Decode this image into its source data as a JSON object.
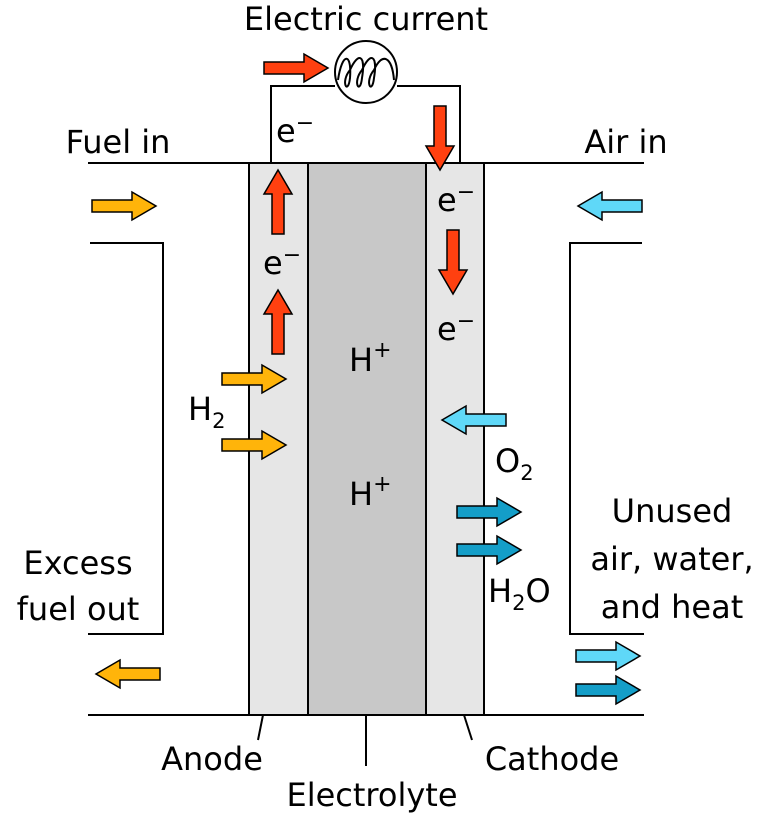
{
  "labels": {
    "electric_current": "Electric current",
    "fuel_in": "Fuel in",
    "air_in": "Air in",
    "excess_fuel_line1": "Excess",
    "excess_fuel_line2": "fuel out",
    "unused_line1": "Unused",
    "unused_line2": "air, water,",
    "unused_line3": "and heat",
    "anode": "Anode",
    "electrolyte": "Electrolyte",
    "cathode": "Cathode",
    "electron": "e",
    "electron_charge": "−",
    "hydrogen_ion": "H",
    "ion_charge": "+",
    "h2_base": "H",
    "h2_sub": "2",
    "o2_base": "O",
    "o2_sub": "2",
    "h2o_h": "H",
    "h2o_sub": "2",
    "h2o_o": "O"
  },
  "colors": {
    "electron_arrow": "#ff4010",
    "fuel_arrow": "#ffb40a",
    "air_arrow": "#5fd8f8",
    "exhaust_arrow": "#149ec8",
    "anode_fill": "#e6e6e6",
    "electrolyte_fill": "#c8c8c8",
    "cathode_fill": "#e6e6e6"
  }
}
